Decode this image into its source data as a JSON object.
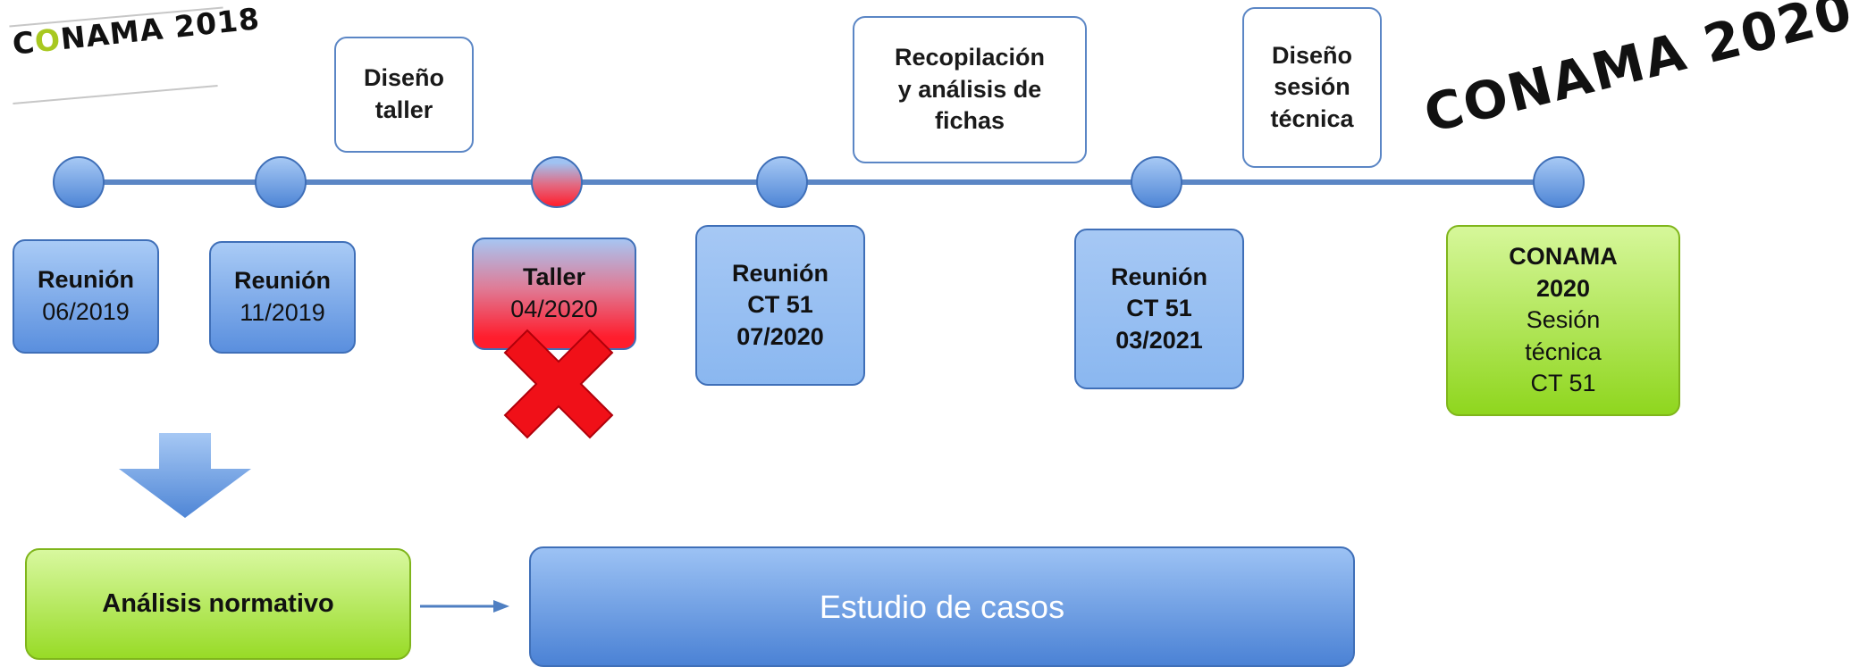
{
  "logos": {
    "conama_2018": "CONAMA 2018",
    "conama_2020": "CONAMA 2020"
  },
  "callouts": {
    "diseno_taller": "Diseño\ntaller",
    "recopilacion": "Recopilación\ny análisis de\nfichas",
    "diseno_sesion": "Diseño\nsesión\ntécnica"
  },
  "milestones": [
    {
      "title": "Reunión",
      "date": "06/2019"
    },
    {
      "title": "Reunión",
      "date": "11/2019"
    },
    {
      "title": "Taller",
      "date": "04/2020",
      "status": "cancelled"
    },
    {
      "title": "Reunión\nCT 51",
      "date": "07/2020"
    },
    {
      "title": "Reunión\nCT 51",
      "date": "03/2021"
    },
    {
      "title": "CONAMA\n2020",
      "subtitle": "Sesión\ntécnica\nCT 51"
    }
  ],
  "bottom": {
    "analysis": "Análisis normativo",
    "cases": "Estudio de casos"
  },
  "colors": {
    "line": "#5b86c5",
    "blue": "#5a8fde",
    "green": "#8fd61e",
    "red": "#ff1d2c"
  }
}
